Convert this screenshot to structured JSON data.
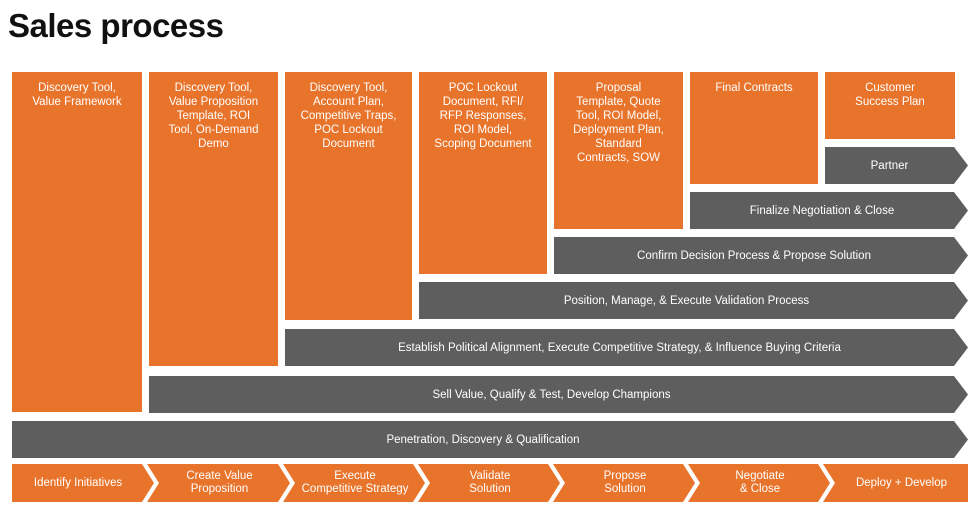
{
  "title": "Sales process",
  "colors": {
    "orange": "#e8732a",
    "gray": "#5e5e5e"
  },
  "tools": [
    "Discovery Tool,\nValue Framework",
    "Discovery Tool,\nValue Proposition\nTemplate, ROI\nTool, On-Demand\nDemo",
    "Discovery Tool,\nAccount Plan,\nCompetitive Traps,\nPOC Lockout\nDocument",
    "POC Lockout\nDocument, RFI/\nRFP Responses,\nROI Model,\nScoping Document",
    "Proposal\nTemplate, Quote\nTool, ROI Model,\nDeployment Plan,\nStandard\nContracts, SOW",
    "Final Contracts",
    "Customer\nSuccess Plan"
  ],
  "activities": [
    "Partner",
    "Finalize Negotiation & Close",
    "Confirm Decision Process & Propose Solution",
    "Position, Manage, & Execute Validation Process",
    "Establish Political Alignment, Execute Competitive Strategy, & Influence Buying Criteria",
    "Sell Value, Qualify & Test, Develop Champions",
    "Penetration, Discovery &  Qualification"
  ],
  "stages": [
    "Identify Initiatives",
    "Create Value\nProposition",
    "Execute\nCompetitive Strategy",
    "Validate\nSolution",
    "Propose\nSolution",
    "Negotiate\n& Close",
    "Deploy + Develop"
  ]
}
